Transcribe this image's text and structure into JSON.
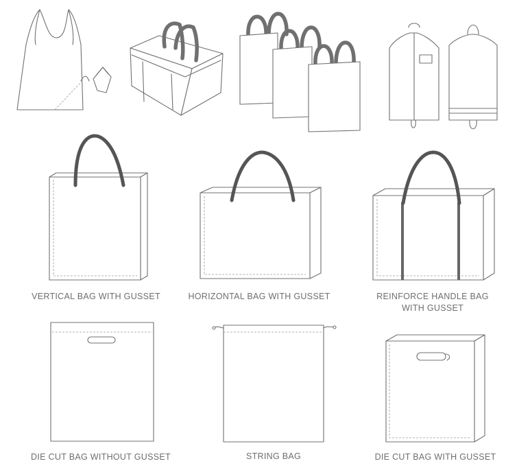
{
  "labels": {
    "vertical_gusset": "VERTICAL BAG WITH GUSSET",
    "horizontal_gusset": "HORIZONTAL BAG WITH GUSSET",
    "reinforce_line1": "REINFORCE HANDLE BAG",
    "reinforce_line2": "WITH GUSSET",
    "die_cut_no_gusset": "DIE CUT BAG WITHOUT GUSSET",
    "string_bag": "STRING BAG",
    "die_cut_gusset": "DIE CUT BAG WITH GUSSET"
  },
  "colors": {
    "outline": "#707070",
    "handle": "#555555",
    "label": "#6e6e6e"
  }
}
